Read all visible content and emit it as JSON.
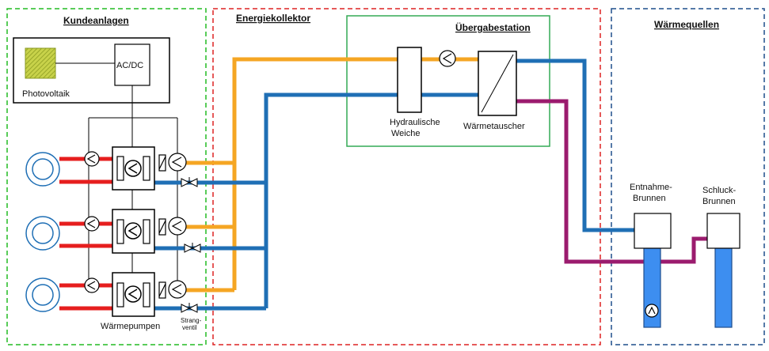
{
  "sections": {
    "kunden": {
      "title": "Kundeanlagen",
      "color": "#22bb22"
    },
    "kollektor": {
      "title": "Energiekollektor",
      "color": "#dd2222"
    },
    "uebergabe": {
      "title": "Übergabestation",
      "color": "#33aa55"
    },
    "quellen": {
      "title": "Wärmequellen",
      "color": "#1f4e8c"
    }
  },
  "labels": {
    "photovoltaik": "Photovoltaik",
    "acdc": "AC/DC",
    "hydraulische_1": "Hydraulische",
    "hydraulische_2": "Weiche",
    "waermetauscher": "Wärmetauscher",
    "entnahme_1": "Entnahme-",
    "entnahme_2": "Brunnen",
    "schluck_1": "Schluck-",
    "schluck_2": "Brunnen",
    "waermepumpen": "Wärmepumpen",
    "strang_1": "Strang-",
    "strang_2": "ventil"
  },
  "colors": {
    "warm_line": "#f5a623",
    "cold_line": "#1f6fb5",
    "customer_line": "#e61e1e",
    "return_line": "#9b1b6e",
    "well_fill": "#3d8ef0",
    "pv_fill": "#b5c23a"
  }
}
